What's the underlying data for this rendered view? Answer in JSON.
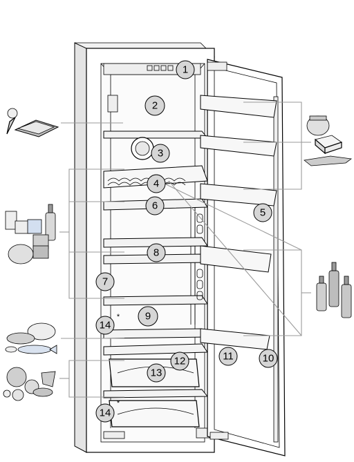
{
  "callouts": [
    {
      "id": "c1",
      "label": "1"
    },
    {
      "id": "c2",
      "label": "2"
    },
    {
      "id": "c3",
      "label": "3"
    },
    {
      "id": "c4",
      "label": "4"
    },
    {
      "id": "c5",
      "label": "5"
    },
    {
      "id": "c6",
      "label": "6"
    },
    {
      "id": "c7",
      "label": "7"
    },
    {
      "id": "c8",
      "label": "8"
    },
    {
      "id": "c9",
      "label": "9"
    },
    {
      "id": "c10",
      "label": "10"
    },
    {
      "id": "c11",
      "label": "11"
    },
    {
      "id": "c12",
      "label": "12"
    },
    {
      "id": "c13",
      "label": "13"
    },
    {
      "id": "c14a",
      "label": "14"
    },
    {
      "id": "c14b",
      "label": "14"
    }
  ],
  "asterisk": "*"
}
